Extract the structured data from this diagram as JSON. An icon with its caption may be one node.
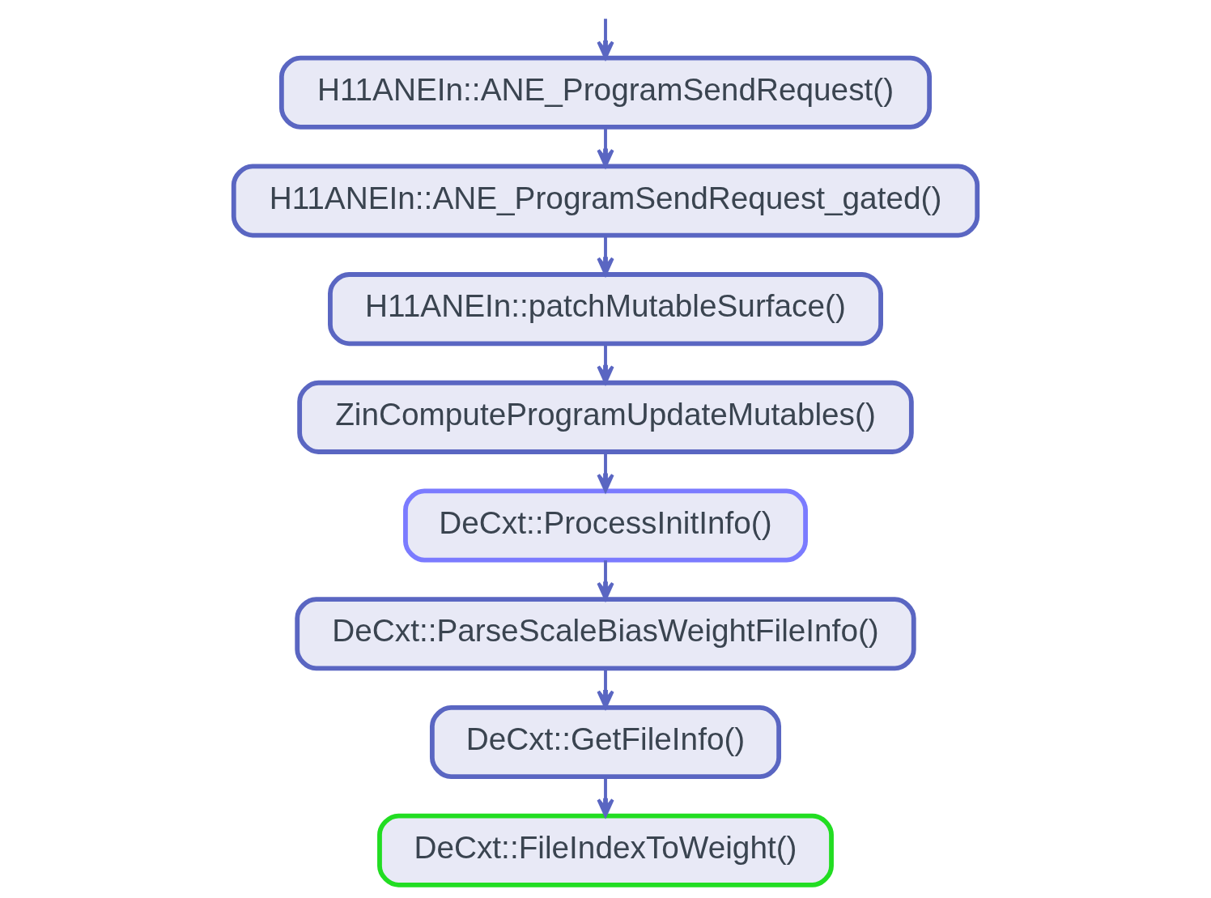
{
  "diagram": {
    "nodes": [
      {
        "text": [
          "H11ANEIn::ANE_ProgramSendRequest()"
        ]
      },
      {
        "text": [
          "H11ANEIn::ANE_ProgramSendRequest_gated()"
        ]
      },
      {
        "text": [
          "H11ANEIn::patchMutableSurface()"
        ]
      },
      {
        "text": [
          "ZinComputeProgramUpdateMutables()"
        ]
      },
      {
        "text": [
          "DeCxt::ProcessInitInfo()"
        ]
      },
      {
        "text": [
          "DeCxt::ParseScaleBiasWeightFileInfo()"
        ]
      },
      {
        "text": [
          "DeCxt::GetFileInfo()"
        ]
      },
      {
        "text": [
          "DeCxt::FileIndexToWeight()"
        ]
      }
    ],
    "edges": [
      {
        "from": null,
        "to": 0,
        "arrow": "to"
      },
      {
        "from": 0,
        "to": 1,
        "arrow": "to"
      },
      {
        "from": 1,
        "to": 2,
        "arrow": "to"
      },
      {
        "from": 2,
        "to": 3,
        "arrow": "to"
      },
      {
        "from": 3,
        "to": 4,
        "arrow": "to"
      },
      {
        "from": 4,
        "to": 5,
        "arrow": "to"
      },
      {
        "from": 5,
        "to": 6,
        "arrow": "to"
      },
      {
        "from": 6,
        "to": 7,
        "arrow": "to"
      }
    ]
  }
}
